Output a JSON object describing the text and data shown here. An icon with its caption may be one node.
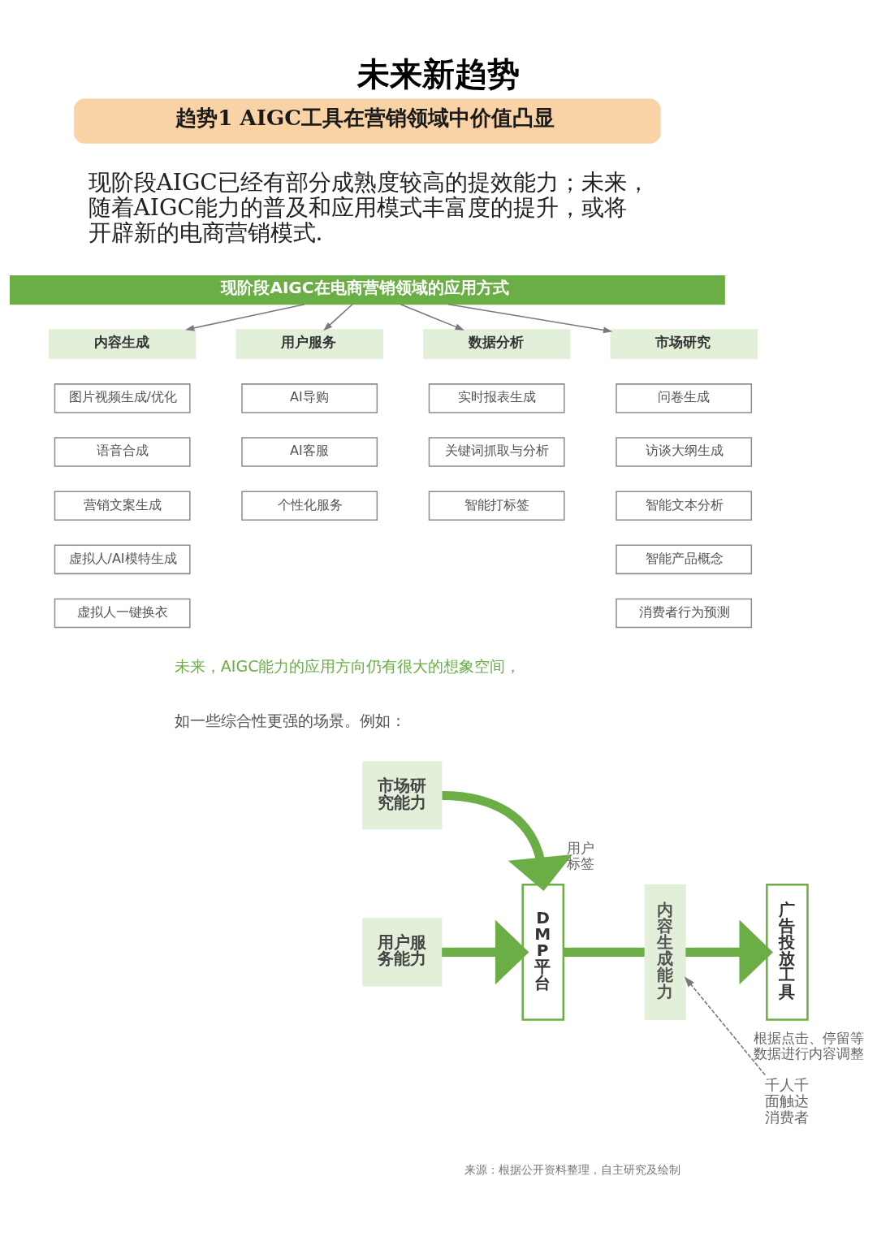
{
  "diagram": {
    "title": "未来新趋势",
    "nodes": [
      {
        "text": [
          "趋势1 AIGC工具在营销领域中价值凸显"
        ]
      },
      {
        "text": [
          "现阶段AIGC在电商营销领域的应用方式"
        ]
      },
      {
        "text": [
          "内容生成"
        ]
      },
      {
        "text": [
          "用户服务"
        ]
      },
      {
        "text": [
          "数据分析"
        ]
      },
      {
        "text": [
          "市场研究"
        ]
      },
      {
        "text": [
          "图片视频生成/优化"
        ]
      },
      {
        "text": [
          "语音合成"
        ]
      },
      {
        "text": [
          "营销文案生成"
        ]
      },
      {
        "text": [
          "虚拟人/AI模特生成"
        ]
      },
      {
        "text": [
          "虚拟人一键换衣"
        ]
      },
      {
        "text": [
          "AI导购"
        ]
      },
      {
        "text": [
          "AI客服"
        ]
      },
      {
        "text": [
          "个性化服务"
        ]
      },
      {
        "text": [
          "实时报表生成"
        ]
      },
      {
        "text": [
          "关键词抓取与分析"
        ]
      },
      {
        "text": [
          "智能打标签"
        ]
      },
      {
        "text": [
          "问卷生成"
        ]
      },
      {
        "text": [
          "访谈大纲生成"
        ]
      },
      {
        "text": [
          "智能文本分析"
        ]
      },
      {
        "text": [
          "智能产品概念"
        ]
      },
      {
        "text": [
          "消费者行为预测"
        ]
      },
      {
        "text": [
          "市场研究能力"
        ]
      },
      {
        "text": [
          "用户服务能力"
        ]
      },
      {
        "text": [
          "DMP平台"
        ]
      },
      {
        "text": [
          "内容生成能力"
        ]
      },
      {
        "text": [
          "广告投放工具"
        ]
      },
      {
        "text": [
          "千人千面触达消费者"
        ]
      }
    ],
    "edges": [
      {
        "from": 1,
        "to": 2,
        "arrow": "to"
      },
      {
        "from": 1,
        "to": 3,
        "arrow": "to"
      },
      {
        "from": 1,
        "to": 4,
        "arrow": "to"
      },
      {
        "from": 1,
        "to": 5,
        "arrow": "to"
      },
      {
        "from": 22,
        "to": 24,
        "arrow": "to",
        "label": "用户标签",
        "style": "thick",
        "color": "#6aae45"
      },
      {
        "from": 23,
        "to": 24,
        "arrow": "to",
        "style": "thick",
        "color": "#6aae45"
      },
      {
        "from": 24,
        "to": 25,
        "arrow": "none",
        "style": "thick",
        "color": "#6aae45"
      },
      {
        "from": 25,
        "to": 26,
        "arrow": "to",
        "style": "thick",
        "color": "#6aae45"
      },
      {
        "from": 27,
        "to": 25,
        "arrow": "to",
        "style": "dashed",
        "label": "根据点击、停留等数据进行内容调整"
      }
    ],
    "labels": [
      "现阶段AIGC已经有部分成熟度较高的提效能力；未来，随着AIGC能力的普及和应用模式丰富度的提升，或将开辟新的电商营销模式.",
      "未来，AIGC能力的应用方向仍有很大的想象空间，",
      "如一些综合性更强的场景。例如：",
      "来源：根据公开资料整理，自主研究及绘制"
    ]
  }
}
